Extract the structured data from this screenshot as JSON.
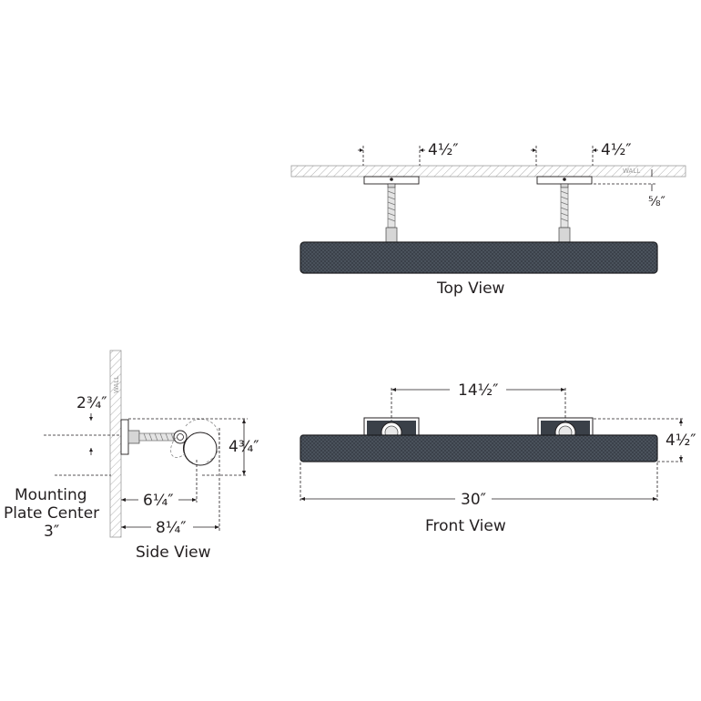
{
  "top_view": {
    "title": "Top View",
    "wall_label": "WALL",
    "dim_plate_left": "4½″",
    "dim_plate_right": "4½″",
    "dim_depth": "⅝″"
  },
  "side_view": {
    "title": "Side View",
    "wall_label": "WALL",
    "dim_top_offset": "2¾″",
    "dim_height": "4¾″",
    "dim_projection_short": "6¼″",
    "dim_projection_long": "8¼″",
    "mounting_label_line1": "Mounting",
    "mounting_label_line2": "Plate Center",
    "mounting_label_line3": "3″"
  },
  "front_view": {
    "title": "Front View",
    "dim_center_spacing": "14½″",
    "dim_width": "30″",
    "dim_height": "4½″"
  }
}
